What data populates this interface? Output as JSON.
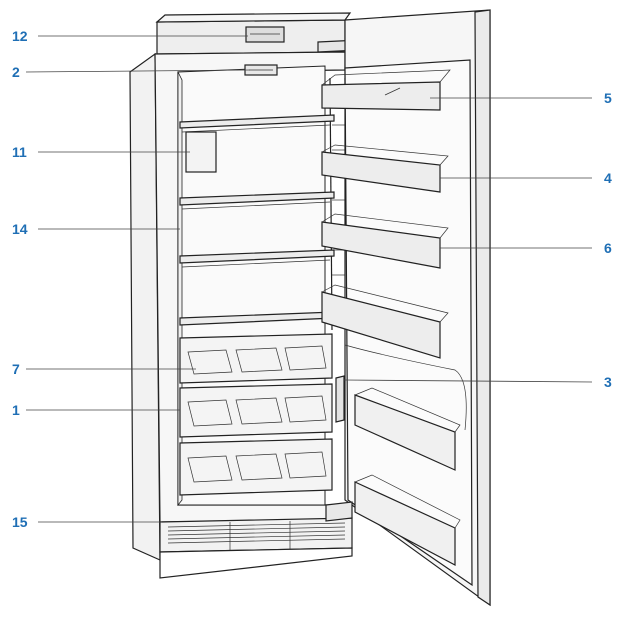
{
  "callouts": [
    {
      "id": "12",
      "label": "12"
    },
    {
      "id": "2",
      "label": "2"
    },
    {
      "id": "11",
      "label": "11"
    },
    {
      "id": "14",
      "label": "14"
    },
    {
      "id": "7",
      "label": "7"
    },
    {
      "id": "1",
      "label": "1"
    },
    {
      "id": "15",
      "label": "15"
    },
    {
      "id": "5",
      "label": "5"
    },
    {
      "id": "4",
      "label": "4"
    },
    {
      "id": "6",
      "label": "6"
    },
    {
      "id": "3",
      "label": "3"
    }
  ],
  "colors": {
    "callout": "#1f6fb5",
    "outline": "#222222",
    "panel": "#f2f2f2",
    "interior": "#fafafa",
    "shade": "#d9d9d9"
  }
}
